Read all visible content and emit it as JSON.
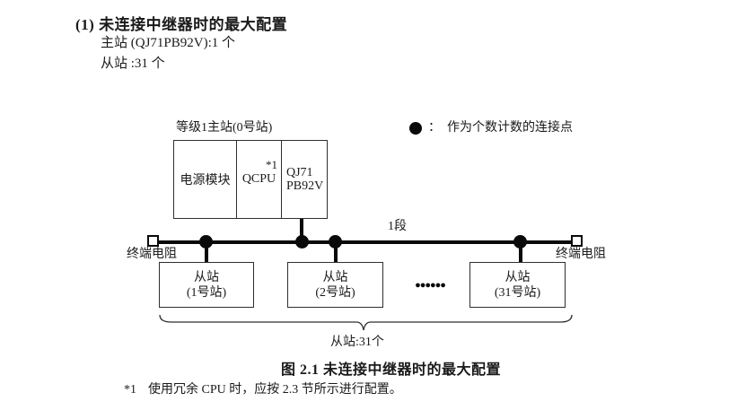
{
  "header": {
    "title": "(1) 未连接中继器时的最大配置",
    "master_count": "主站 (QJ71PB92V):1 个",
    "slave_count": "从站 :31 个"
  },
  "legend": {
    "icon": "connection-point-dot",
    "separator": "：",
    "label": "作为个数计数的连接点"
  },
  "diagram": {
    "master": {
      "title": "等级1主站(0号站)",
      "power_module": "电源模块",
      "cpu": "QCPU",
      "cpu_footnote_ref": "*1",
      "interface_line1": "QJ71",
      "interface_line2": "PB92V"
    },
    "bus": {
      "segment_label": "1段",
      "left_terminator": "终端电阻",
      "right_terminator": "终端电阻"
    },
    "slaves": [
      {
        "name": "从站",
        "station": "(1号站)"
      },
      {
        "name": "从站",
        "station": "(2号站)"
      },
      {
        "name": "从站",
        "station": "(31号站)"
      }
    ],
    "ellipsis": "●●●●●●",
    "brace_label": "从站:31个"
  },
  "caption": "图 2.1 未连接中继器时的最大配置",
  "footnote": {
    "marker": "*1",
    "text": "使用冗余 CPU 时，应按 2.3 节所示进行配置。"
  },
  "colors": {
    "ink": "#1a1a1a",
    "line": "#0a0a0a",
    "box_border": "#2f2f2f",
    "background": "#ffffff"
  }
}
